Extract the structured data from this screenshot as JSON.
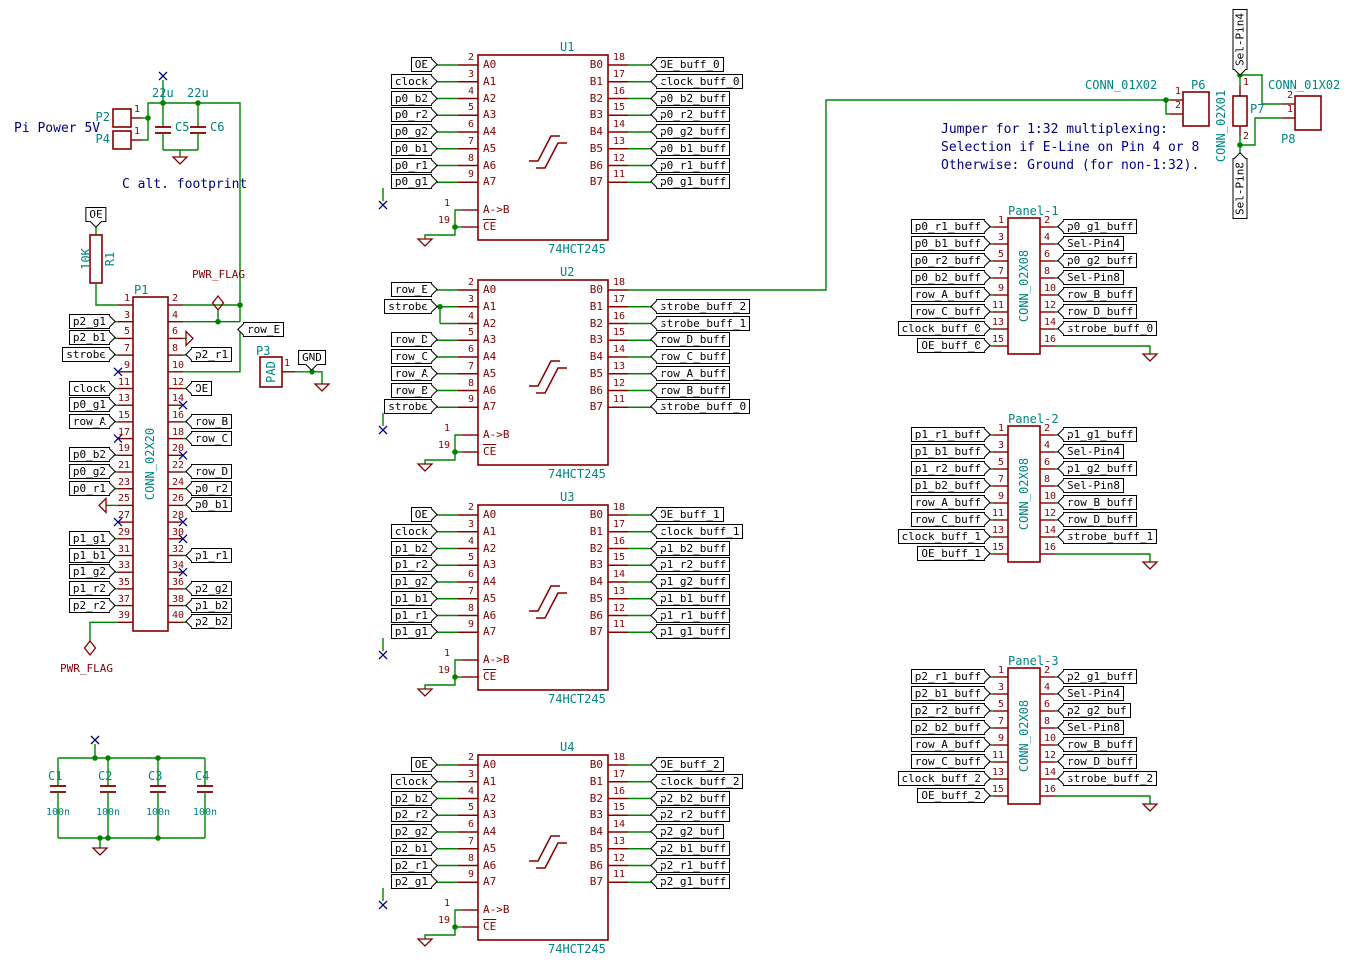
{
  "colors": {
    "wire": "#008400",
    "component": "#840000",
    "annotation": "#008484",
    "note": "#000084",
    "label_text": "#000000",
    "no_connect": "#000084",
    "background": "#ffffff"
  },
  "notes": {
    "pi_power": "Pi Power 5V",
    "c_alt": "C alt. footprint",
    "jumper": [
      "Jumper for 1:32 multiplexing:",
      "Selection if E-Line on Pin 4 or 8",
      "Otherwise: Ground (for non-1:32)."
    ]
  },
  "power": {
    "p2_ref": "P2",
    "p2_pin": "1",
    "p4_ref": "P4",
    "p4_pin": "1",
    "c5_ref": "C5",
    "c5_val": "22u",
    "c6_ref": "C6",
    "c6_val": "22u",
    "pwr_flag": "PWR_FLAG",
    "r1_ref": "R1",
    "r1_val": "10K",
    "r1_net": "OE"
  },
  "pad": {
    "ref": "P3",
    "value": "PAD",
    "pin": "1",
    "gnd_label": "GND",
    "row_e_label": "row_E"
  },
  "header": {
    "ref": "P1",
    "value": "CONN_02X20",
    "left_pins": [
      {
        "num": "1",
        "type": "v33"
      },
      {
        "num": "3",
        "label": "p2_g1"
      },
      {
        "num": "5",
        "label": "p2_b1"
      },
      {
        "num": "7",
        "label": "strobe"
      },
      {
        "num": "9",
        "type": "nc"
      },
      {
        "num": "11",
        "label": "clock"
      },
      {
        "num": "13",
        "label": "p0_g1"
      },
      {
        "num": "15",
        "label": "row_A"
      },
      {
        "num": "17",
        "type": "nc"
      },
      {
        "num": "19",
        "label": "p0_b2"
      },
      {
        "num": "21",
        "label": "p0_g2"
      },
      {
        "num": "23",
        "label": "p0_r1"
      },
      {
        "num": "25",
        "type": "gnd"
      },
      {
        "num": "27",
        "type": "nc"
      },
      {
        "num": "29",
        "label": "p1_g1"
      },
      {
        "num": "31",
        "label": "p1_b1"
      },
      {
        "num": "33",
        "label": "p1_g2"
      },
      {
        "num": "35",
        "label": "p1_r2"
      },
      {
        "num": "37",
        "label": "p2_r2"
      },
      {
        "num": "39",
        "type": "pwr_gnd"
      }
    ],
    "right_pins": [
      {
        "num": "2",
        "type": "v5"
      },
      {
        "num": "4",
        "type": "v5_flag"
      },
      {
        "num": "6",
        "type": "gnd"
      },
      {
        "num": "8",
        "label": "p2_r1"
      },
      {
        "num": "10",
        "type": "row_e"
      },
      {
        "num": "12",
        "label": "OE"
      },
      {
        "num": "14",
        "type": "nc"
      },
      {
        "num": "16",
        "label": "row_B"
      },
      {
        "num": "18",
        "label": "row_C"
      },
      {
        "num": "20",
        "type": "nc"
      },
      {
        "num": "22",
        "label": "row_D"
      },
      {
        "num": "24",
        "label": "p0_r2"
      },
      {
        "num": "26",
        "label": "p0_b1"
      },
      {
        "num": "28",
        "type": "nc"
      },
      {
        "num": "30",
        "type": "nc"
      },
      {
        "num": "32",
        "label": "p1_r1"
      },
      {
        "num": "34",
        "type": "nc"
      },
      {
        "num": "36",
        "label": "p2_g2"
      },
      {
        "num": "38",
        "label": "p1_b2"
      },
      {
        "num": "40",
        "label": "p2_b2"
      }
    ]
  },
  "buffers": [
    {
      "ref": "U1",
      "value": "74HCT245",
      "a_pins": [
        {
          "num": "2",
          "name": "A0",
          "label": "OE"
        },
        {
          "num": "3",
          "name": "A1",
          "label": "clock"
        },
        {
          "num": "4",
          "name": "A2",
          "label": "p0_b2"
        },
        {
          "num": "5",
          "name": "A3",
          "label": "p0_r2"
        },
        {
          "num": "6",
          "name": "A4",
          "label": "p0_g2"
        },
        {
          "num": "7",
          "name": "A5",
          "label": "p0_b1"
        },
        {
          "num": "8",
          "name": "A6",
          "label": "p0_r1"
        },
        {
          "num": "9",
          "name": "A7",
          "label": "p0_g1"
        }
      ],
      "b_pins": [
        {
          "num": "18",
          "name": "B0",
          "label": "OE_buff_0"
        },
        {
          "num": "17",
          "name": "B1",
          "label": "clock_buff_0"
        },
        {
          "num": "16",
          "name": "B2",
          "label": "p0_b2_buff"
        },
        {
          "num": "15",
          "name": "B3",
          "label": "p0_r2_buff"
        },
        {
          "num": "14",
          "name": "B4",
          "label": "p0_g2_buff"
        },
        {
          "num": "13",
          "name": "B5",
          "label": "p0_b1_buff"
        },
        {
          "num": "12",
          "name": "B6",
          "label": "p0_r1_buff"
        },
        {
          "num": "11",
          "name": "B7",
          "label": "p0_g1_buff"
        }
      ],
      "dir_pin": {
        "num": "1",
        "name": "A->B"
      },
      "ce_pin": {
        "num": "19",
        "name": "CE"
      }
    },
    {
      "ref": "U2",
      "value": "74HCT245",
      "a_pins": [
        {
          "num": "2",
          "name": "A0",
          "label": "row_E"
        },
        {
          "num": "3",
          "name": "A1",
          "label": "strobe"
        },
        {
          "num": "4",
          "name": "A2",
          "joined": true
        },
        {
          "num": "5",
          "name": "A3",
          "label": "row_D"
        },
        {
          "num": "6",
          "name": "A4",
          "label": "row_C"
        },
        {
          "num": "7",
          "name": "A5",
          "label": "row_A"
        },
        {
          "num": "8",
          "name": "A6",
          "label": "row_B"
        },
        {
          "num": "9",
          "name": "A7",
          "label": "strobe"
        }
      ],
      "b_pins": [
        {
          "num": "18",
          "name": "B0",
          "to_selector": true
        },
        {
          "num": "17",
          "name": "B1",
          "label": "strobe_buff_2"
        },
        {
          "num": "16",
          "name": "B2",
          "label": "strobe_buff_1"
        },
        {
          "num": "15",
          "name": "B3",
          "label": "row_D_buff"
        },
        {
          "num": "14",
          "name": "B4",
          "label": "row_C_buff"
        },
        {
          "num": "13",
          "name": "B5",
          "label": "row_A_buff"
        },
        {
          "num": "12",
          "name": "B6",
          "label": "row_B_buff"
        },
        {
          "num": "11",
          "name": "B7",
          "label": "strobe_buff_0"
        }
      ],
      "dir_pin": {
        "num": "1",
        "name": "A->B"
      },
      "ce_pin": {
        "num": "19",
        "name": "CE"
      }
    },
    {
      "ref": "U3",
      "value": "74HCT245",
      "a_pins": [
        {
          "num": "2",
          "name": "A0",
          "label": "OE"
        },
        {
          "num": "3",
          "name": "A1",
          "label": "clock"
        },
        {
          "num": "4",
          "name": "A2",
          "label": "p1_b2"
        },
        {
          "num": "5",
          "name": "A3",
          "label": "p1_r2"
        },
        {
          "num": "6",
          "name": "A4",
          "label": "p1_g2"
        },
        {
          "num": "7",
          "name": "A5",
          "label": "p1_b1"
        },
        {
          "num": "8",
          "name": "A6",
          "label": "p1_r1"
        },
        {
          "num": "9",
          "name": "A7",
          "label": "p1_g1"
        }
      ],
      "b_pins": [
        {
          "num": "18",
          "name": "B0",
          "label": "OE_buff_1"
        },
        {
          "num": "17",
          "name": "B1",
          "label": "clock_buff_1"
        },
        {
          "num": "16",
          "name": "B2",
          "label": "p1_b2_buff"
        },
        {
          "num": "15",
          "name": "B3",
          "label": "p1_r2_buff"
        },
        {
          "num": "14",
          "name": "B4",
          "label": "p1_g2_buff"
        },
        {
          "num": "13",
          "name": "B5",
          "label": "p1_b1_buff"
        },
        {
          "num": "12",
          "name": "B6",
          "label": "p1_r1_buff"
        },
        {
          "num": "11",
          "name": "B7",
          "label": "p1_g1_buff"
        }
      ],
      "dir_pin": {
        "num": "1",
        "name": "A->B"
      },
      "ce_pin": {
        "num": "19",
        "name": "CE"
      }
    },
    {
      "ref": "U4",
      "value": "74HCT245",
      "a_pins": [
        {
          "num": "2",
          "name": "A0",
          "label": "OE"
        },
        {
          "num": "3",
          "name": "A1",
          "label": "clock"
        },
        {
          "num": "4",
          "name": "A2",
          "label": "p2_b2"
        },
        {
          "num": "5",
          "name": "A3",
          "label": "p2_r2"
        },
        {
          "num": "6",
          "name": "A4",
          "label": "p2_g2"
        },
        {
          "num": "7",
          "name": "A5",
          "label": "p2_b1"
        },
        {
          "num": "8",
          "name": "A6",
          "label": "p2_r1"
        },
        {
          "num": "9",
          "name": "A7",
          "label": "p2_g1"
        }
      ],
      "b_pins": [
        {
          "num": "18",
          "name": "B0",
          "label": "OE_buff_2"
        },
        {
          "num": "17",
          "name": "B1",
          "label": "clock_buff_2"
        },
        {
          "num": "16",
          "name": "B2",
          "label": "p2_b2_buff"
        },
        {
          "num": "15",
          "name": "B3",
          "label": "p2_r2_buff"
        },
        {
          "num": "14",
          "name": "B4",
          "label": "p2_g2_buf"
        },
        {
          "num": "13",
          "name": "B5",
          "label": "p2_b1_buff"
        },
        {
          "num": "12",
          "name": "B6",
          "label": "p2_r1_buff"
        },
        {
          "num": "11",
          "name": "B7",
          "label": "p2_g1_buff"
        }
      ],
      "dir_pin": {
        "num": "1",
        "name": "A->B"
      },
      "ce_pin": {
        "num": "19",
        "name": "CE"
      }
    }
  ],
  "panels": [
    {
      "ref": "Panel-1",
      "value": "CONN_02X08",
      "left_pins": [
        {
          "num": "1",
          "label": "p0_r1_buff"
        },
        {
          "num": "3",
          "label": "p0_b1_buff"
        },
        {
          "num": "5",
          "label": "p0_r2_buff"
        },
        {
          "num": "7",
          "label": "p0_b2_buff"
        },
        {
          "num": "9",
          "label": "row_A_buff"
        },
        {
          "num": "11",
          "label": "row_C_buff"
        },
        {
          "num": "13",
          "label": "clock_buff_0"
        },
        {
          "num": "15",
          "label": "OE_buff_0"
        }
      ],
      "right_pins": [
        {
          "num": "2",
          "label": "p0_g1_buff"
        },
        {
          "num": "4",
          "label": "Sel-Pin4"
        },
        {
          "num": "6",
          "label": "p0_g2_buff"
        },
        {
          "num": "8",
          "label": "Sel-Pin8"
        },
        {
          "num": "10",
          "label": "row_B_buff"
        },
        {
          "num": "12",
          "label": "row_D_buff"
        },
        {
          "num": "14",
          "label": "strobe_buff_0"
        },
        {
          "num": "16",
          "type": "gnd"
        }
      ]
    },
    {
      "ref": "Panel-2",
      "value": "CONN_02X08",
      "left_pins": [
        {
          "num": "1",
          "label": "p1_r1_buff"
        },
        {
          "num": "3",
          "label": "p1_b1_buff"
        },
        {
          "num": "5",
          "label": "p1_r2_buff"
        },
        {
          "num": "7",
          "label": "p1_b2_buff"
        },
        {
          "num": "9",
          "label": "row_A_buff"
        },
        {
          "num": "11",
          "label": "row_C_buff"
        },
        {
          "num": "13",
          "label": "clock_buff_1"
        },
        {
          "num": "15",
          "label": "OE_buff_1"
        }
      ],
      "right_pins": [
        {
          "num": "2",
          "label": "p1_g1_buff"
        },
        {
          "num": "4",
          "label": "Sel-Pin4"
        },
        {
          "num": "6",
          "label": "p1_g2_buff"
        },
        {
          "num": "8",
          "label": "Sel-Pin8"
        },
        {
          "num": "10",
          "label": "row_B_buff"
        },
        {
          "num": "12",
          "label": "row_D_buff"
        },
        {
          "num": "14",
          "label": "strobe_buff_1"
        },
        {
          "num": "16",
          "type": "gnd"
        }
      ]
    },
    {
      "ref": "Panel-3",
      "value": "CONN_02X08",
      "left_pins": [
        {
          "num": "1",
          "label": "p2_r1_buff"
        },
        {
          "num": "3",
          "label": "p2_b1_buff"
        },
        {
          "num": "5",
          "label": "p2_r2_buff"
        },
        {
          "num": "7",
          "label": "p2_b2_buff"
        },
        {
          "num": "9",
          "label": "row_A_buff"
        },
        {
          "num": "11",
          "label": "row_C_buff"
        },
        {
          "num": "13",
          "label": "clock_buff_2"
        },
        {
          "num": "15",
          "label": "OE_buff_2"
        }
      ],
      "right_pins": [
        {
          "num": "2",
          "label": "p2_g1_buff"
        },
        {
          "num": "4",
          "label": "Sel-Pin4"
        },
        {
          "num": "6",
          "label": "p2_g2_buf"
        },
        {
          "num": "8",
          "label": "Sel-Pin8"
        },
        {
          "num": "10",
          "label": "row_B_buff"
        },
        {
          "num": "12",
          "label": "row_D_buff"
        },
        {
          "num": "14",
          "label": "strobe_buff_2"
        },
        {
          "num": "16",
          "type": "gnd"
        }
      ]
    }
  ],
  "selector": {
    "p6_ref": "P6",
    "p6_value": "CONN_01X02",
    "p6_pins": [
      "1",
      "2"
    ],
    "p7_ref": "P7",
    "p7_value": "CONN_02X01",
    "p7_pins": [
      "1",
      "2"
    ],
    "p8_ref": "P8",
    "p8_value": "CONN_01X02",
    "p8_pins": [
      "2",
      "1"
    ],
    "sel_pin4": "Sel-Pin4",
    "sel_pin8": "Sel-Pin8"
  },
  "decoupling": [
    {
      "ref": "C1",
      "value": "100n"
    },
    {
      "ref": "C2",
      "value": "100n"
    },
    {
      "ref": "C3",
      "value": "100n"
    },
    {
      "ref": "C4",
      "value": "100n"
    }
  ]
}
